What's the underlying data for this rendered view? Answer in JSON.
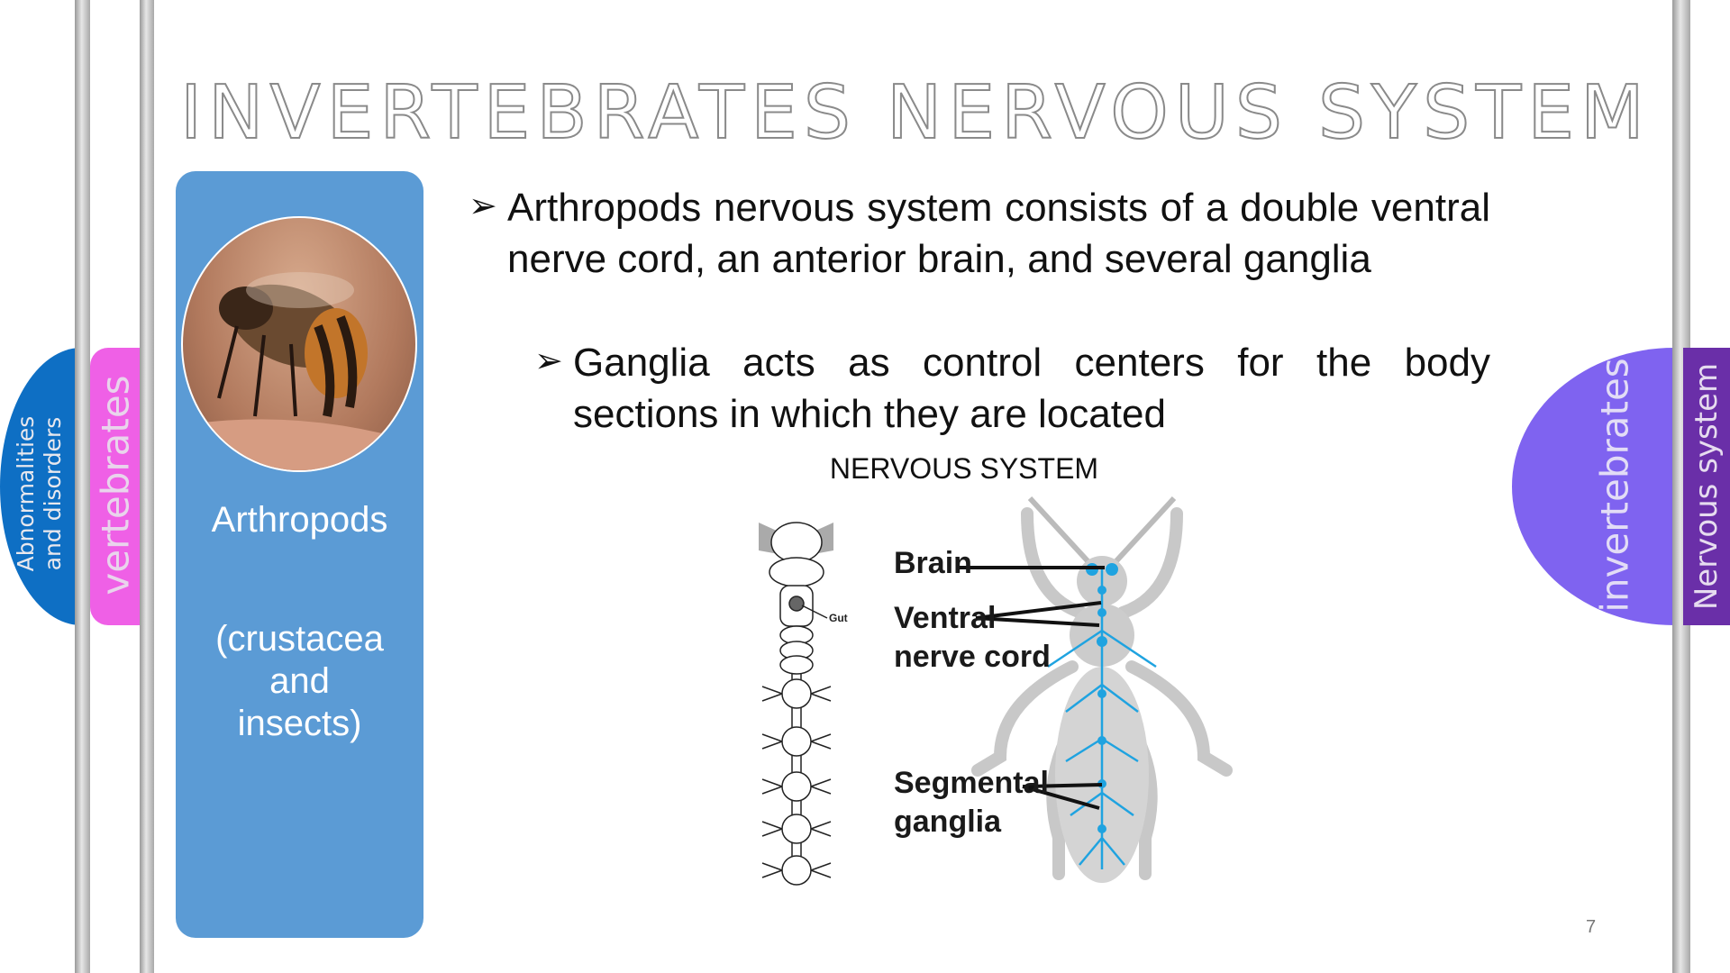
{
  "slide": {
    "title": "INVERTEBRATES NERVOUS SYSTEM",
    "page_number": "7"
  },
  "side_tabs": {
    "left": [
      "Abnormalities and disorders",
      "vertebrates"
    ],
    "right": [
      "invertebrates",
      "Nervous system"
    ]
  },
  "panel": {
    "image": "bee-photo",
    "heading": "Arthropods",
    "subtitle_lines": [
      "(crustacea",
      "and",
      "insects)"
    ],
    "color": "#5b9bd5"
  },
  "bullets": [
    {
      "level": 1,
      "icon": "arrow-bullet-icon",
      "text": "Arthropods nervous system consists of a double ventral nerve cord, an anterior brain, and several ganglia"
    },
    {
      "level": 2,
      "icon": "arrow-bullet-icon",
      "text": "Ganglia acts as control centers for the body sections in which they are located"
    }
  ],
  "figure": {
    "caption": "NERVOUS SYSTEM",
    "gut_label": "Gut",
    "labels": {
      "brain": "Brain",
      "ventral_1": "Ventral",
      "ventral_2": "nerve cord",
      "segmental_1": "Segmental",
      "segmental_2": "ganglia"
    },
    "nerve_color": "#1fa3e0"
  }
}
